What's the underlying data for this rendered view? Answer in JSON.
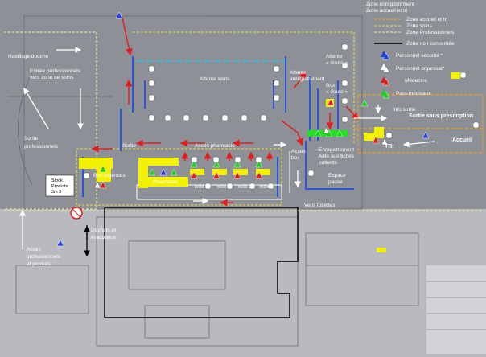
{
  "legend": {
    "zone_enregistrement": "Zone enregistrement",
    "zone_accueil_tri": "Zone accueil et tri",
    "zone_accueil_et_tri": "Zone accueil et tri",
    "zone_soins": "Zone soins",
    "zone_professionnels": "Zone Professionnels",
    "zone_non_concernee": "Zone non concernée",
    "personnel_securite": "Personnel sécurité *",
    "personnel_organisat": "Personnel organisat*",
    "medecins": "Médecins",
    "para_medicaux": "Para-médicaux"
  },
  "labels": {
    "habillage": "Habillage douche",
    "entree_pro_1": "Entrée professionnels",
    "entree_pro_2": "vers zone de soins",
    "sortie_pro_1": "Sortie",
    "sortie_pro_2": "professionnels",
    "attente_soins": "Attente soins",
    "attente_enreg_1": "Attente",
    "attente_enreg_2": "enregistrement",
    "attente_doute_1": "Attente",
    "attente_doute_2": "« doute »",
    "box_doute_1": "Box",
    "box_doute_2": "« doute »",
    "info_sortie": "Info sortie",
    "sortie_sans_prescription": "Sortie sans prescription",
    "accueil": "Accueil",
    "tri": "TRI",
    "sortie": "Sortie",
    "acces_pharmacie": "Accès pharmacie",
    "acces_box_1": "Accès",
    "acces_box_2": "box",
    "enregistrement_1": "Enregistrement",
    "enregistrement_2": "Aide aux fiches",
    "enregistrement_3": "patients",
    "espace_pause_1": "Espace",
    "espace_pause_2": "pause",
    "box_urgences": "Box urgences",
    "pharmacie": "Pharmacie",
    "box4": "Box 4",
    "box3": "Box 3",
    "box2": "Box 2",
    "box1": "Box 1",
    "stock_1": "Stock",
    "stock_2": "Produits",
    "stock_3": "3m 3",
    "vers_toilettes": "Vers Toilettes",
    "dechets_1": "Déchets et",
    "dechets_2": "évacuation",
    "acces_pro_1": "Accès",
    "acces_pro_2": "professionnels",
    "acces_pro_3": "et produits"
  },
  "colors": {
    "accueil_tri": "#f0a020",
    "soins": "#e8e040",
    "professionnels": "#f0f0a0",
    "non_concernee": "#000000",
    "enregistrement": "#30c0e0",
    "flow_red": "#e02020",
    "flow_white": "#ffffff",
    "wall_blue": "#2050e0",
    "desk_yellow": "#f2f200",
    "green_zone": "#20e020"
  },
  "icons": [
    "triangle-blue-security-icon",
    "triangle-white-organisation-icon",
    "triangle-red-doctor-icon",
    "triangle-green-paramedical-icon",
    "chair-icon",
    "flow-arrow-icon"
  ]
}
